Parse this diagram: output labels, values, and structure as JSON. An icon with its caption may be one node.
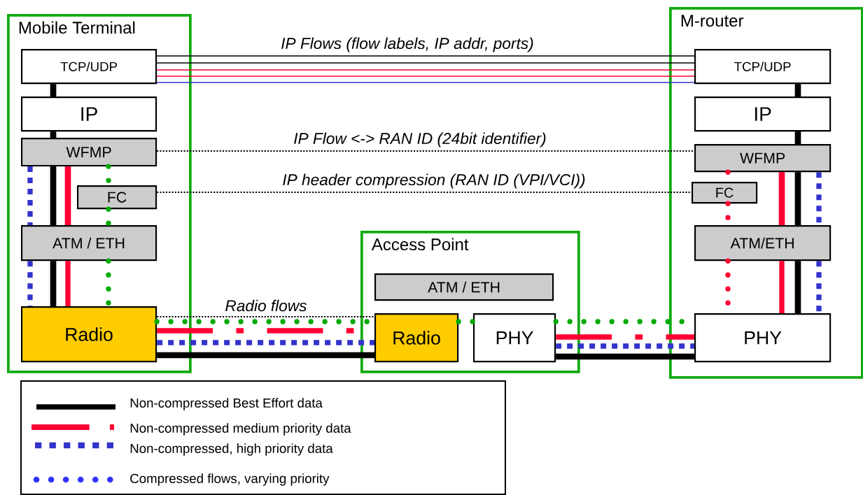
{
  "diagram": {
    "nodes": [
      {
        "text": [
          "Mobile Terminal"
        ]
      },
      {
        "text": [
          "TCP/UDP"
        ],
        "in": 0
      },
      {
        "text": [
          "IP"
        ],
        "in": 0
      },
      {
        "text": [
          "WFMP"
        ],
        "in": 0
      },
      {
        "text": [
          "FC"
        ],
        "in": 0
      },
      {
        "text": [
          "ATM / ETH"
        ],
        "in": 0
      },
      {
        "text": [
          "Radio"
        ],
        "in": 0
      },
      {
        "text": [
          "Access Point"
        ]
      },
      {
        "text": [
          "ATM / ETH"
        ],
        "in": 7
      },
      {
        "text": [
          "Radio"
        ],
        "in": 7
      },
      {
        "text": [
          "PHY"
        ],
        "in": 7
      },
      {
        "text": [
          "M-router"
        ]
      },
      {
        "text": [
          "TCP/UDP"
        ],
        "in": 11
      },
      {
        "text": [
          "IP"
        ],
        "in": 11
      },
      {
        "text": [
          "WFMP"
        ],
        "in": 11
      },
      {
        "text": [
          "FC"
        ],
        "in": 11
      },
      {
        "text": [
          "ATM/ETH"
        ],
        "in": 11
      },
      {
        "text": [
          "PHY"
        ],
        "in": 11
      }
    ],
    "edges": [
      {
        "from": 1,
        "to": 12,
        "arrow": "none",
        "label": "IP Flows (flow labels, IP addr, ports)"
      },
      {
        "from": 1,
        "to": 12,
        "arrow": "none"
      },
      {
        "from": 1,
        "to": 12,
        "arrow": "none",
        "color": "#ff0033"
      },
      {
        "from": 1,
        "to": 12,
        "arrow": "none",
        "color": "#ff0033"
      },
      {
        "from": 1,
        "to": 12,
        "arrow": "none",
        "color": "#3333cc"
      },
      {
        "from": 3,
        "to": 14,
        "arrow": "none",
        "style": "dashed",
        "label": "IP Flow <-> RAN ID (24bit identifier)"
      },
      {
        "from": 4,
        "to": 15,
        "arrow": "none",
        "style": "dashed",
        "label": "IP header compression (RAN ID (VPI/VCI))"
      },
      {
        "from": 1,
        "to": 2,
        "arrow": "none"
      },
      {
        "from": 2,
        "to": 3,
        "arrow": "none"
      },
      {
        "from": 3,
        "to": 5,
        "arrow": "none"
      },
      {
        "from": 5,
        "to": 6,
        "arrow": "none"
      },
      {
        "from": 3,
        "to": 5,
        "arrow": "none",
        "color": "#ff0033"
      },
      {
        "from": 5,
        "to": 6,
        "arrow": "none",
        "style": "dashed",
        "color": "#ff0033"
      },
      {
        "from": 3,
        "to": 5,
        "arrow": "none",
        "style": "dashed",
        "color": "#3333cc"
      },
      {
        "from": 5,
        "to": 6,
        "arrow": "none",
        "style": "dashed",
        "color": "#3333cc"
      },
      {
        "from": 3,
        "to": 4,
        "arrow": "none",
        "style": "dashed",
        "color": "#00aa00"
      },
      {
        "from": 4,
        "to": 5,
        "arrow": "none",
        "style": "dashed",
        "color": "#00aa00"
      },
      {
        "from": 5,
        "to": 6,
        "arrow": "none",
        "style": "dashed",
        "color": "#00aa00"
      },
      {
        "from": 6,
        "to": 9,
        "arrow": "none",
        "style": "dashed",
        "label": "Radio flows"
      },
      {
        "from": 6,
        "to": 9,
        "arrow": "none",
        "style": "dashed",
        "color": "#00aa00"
      },
      {
        "from": 6,
        "to": 9,
        "arrow": "none",
        "style": "dashed",
        "color": "#ff0033"
      },
      {
        "from": 6,
        "to": 9,
        "arrow": "none",
        "style": "dashed",
        "color": "#3333cc"
      },
      {
        "from": 6,
        "to": 9,
        "arrow": "none"
      },
      {
        "from": 9,
        "to": 10,
        "arrow": "none",
        "style": "dashed",
        "color": "#00aa00"
      },
      {
        "from": 10,
        "to": 17,
        "arrow": "none",
        "style": "dashed",
        "color": "#00aa00"
      },
      {
        "from": 10,
        "to": 17,
        "arrow": "none",
        "style": "dashed",
        "color": "#ff0033"
      },
      {
        "from": 10,
        "to": 17,
        "arrow": "none",
        "style": "dashed",
        "color": "#3333cc"
      },
      {
        "from": 10,
        "to": 17,
        "arrow": "none"
      },
      {
        "from": 12,
        "to": 13,
        "arrow": "none"
      },
      {
        "from": 13,
        "to": 14,
        "arrow": "none"
      },
      {
        "from": 14,
        "to": 16,
        "arrow": "none"
      },
      {
        "from": 16,
        "to": 17,
        "arrow": "none"
      },
      {
        "from": 14,
        "to": 16,
        "arrow": "none",
        "color": "#ff0033"
      },
      {
        "from": 16,
        "to": 17,
        "arrow": "none",
        "style": "dashed",
        "color": "#ff0033"
      },
      {
        "from": 14,
        "to": 16,
        "arrow": "none",
        "style": "dashed",
        "color": "#3333cc"
      },
      {
        "from": 16,
        "to": 17,
        "arrow": "none",
        "style": "dashed",
        "color": "#3333cc"
      },
      {
        "from": 14,
        "to": 15,
        "arrow": "none",
        "style": "dashed",
        "color": "#ff0033"
      },
      {
        "from": 15,
        "to": 16,
        "arrow": "none",
        "style": "dashed",
        "color": "#ff0033"
      },
      {
        "from": 16,
        "to": 17,
        "arrow": "none",
        "style": "dashed",
        "color": "#ff0033"
      }
    ],
    "legend": [
      {
        "text": "Non-compressed Best Effort data"
      },
      {
        "text": "Non-compressed medium priority data"
      },
      {
        "text": "Non-compressed, high priority data"
      },
      {
        "text": "Compressed flows, varying priority"
      }
    ]
  }
}
